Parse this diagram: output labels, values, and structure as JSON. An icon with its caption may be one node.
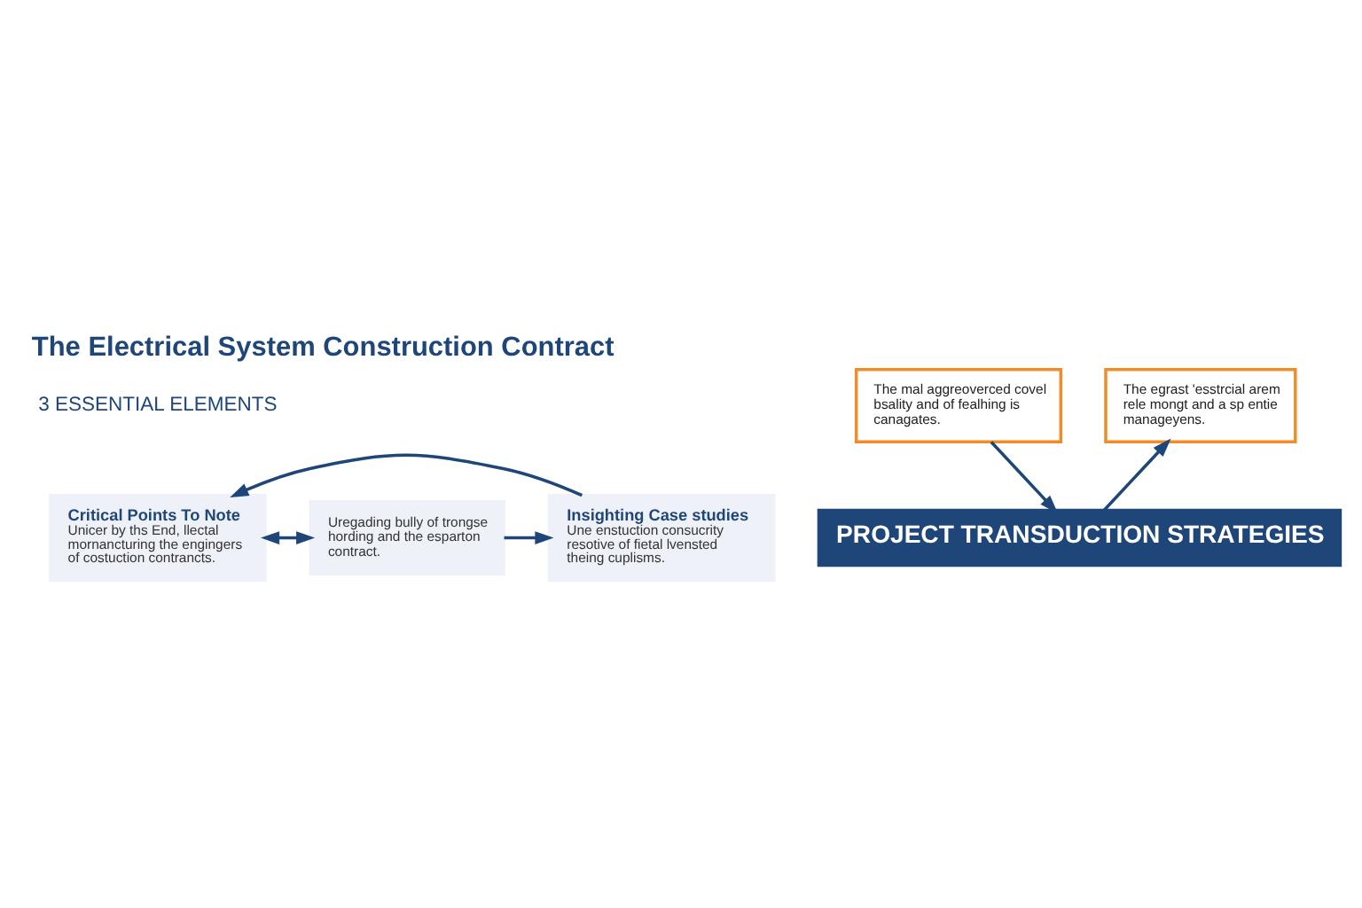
{
  "diagram": {
    "title": "The Electrical System Construction Contract",
    "nodes": [
      {
        "text": [
          "Critical Points To Note",
          "Unicer by ths End, llectal mornancturing the engingers of costuction contrancts."
        ]
      },
      {
        "text": [
          "Uregading bully of trongse hording and the esparton contract."
        ]
      },
      {
        "text": [
          "Insighting Case studies",
          "Une enstuction consucrity resotive of fietal lvensted theing cuplisms."
        ]
      },
      {
        "text": [
          "The mal aggreoverced covel bsality and of fealhing is canagates."
        ]
      },
      {
        "text": [
          "The egrast 'esstrcial arem rele mongt and a sp entie manageyens."
        ]
      },
      {
        "text": [
          "PROJECT TRANSDUCTION STRATEGIES"
        ]
      }
    ],
    "edges": [
      {
        "from": 0,
        "to": 1,
        "arrow": "both"
      },
      {
        "from": 1,
        "to": 2,
        "arrow": "to"
      },
      {
        "from": 2,
        "to": 0,
        "arrow": "to"
      },
      {
        "from": 3,
        "to": 5,
        "arrow": "to"
      },
      {
        "from": 5,
        "to": 4,
        "arrow": "to"
      }
    ],
    "labels": [
      "3 ESSENTIAL ELEMENTS"
    ]
  }
}
